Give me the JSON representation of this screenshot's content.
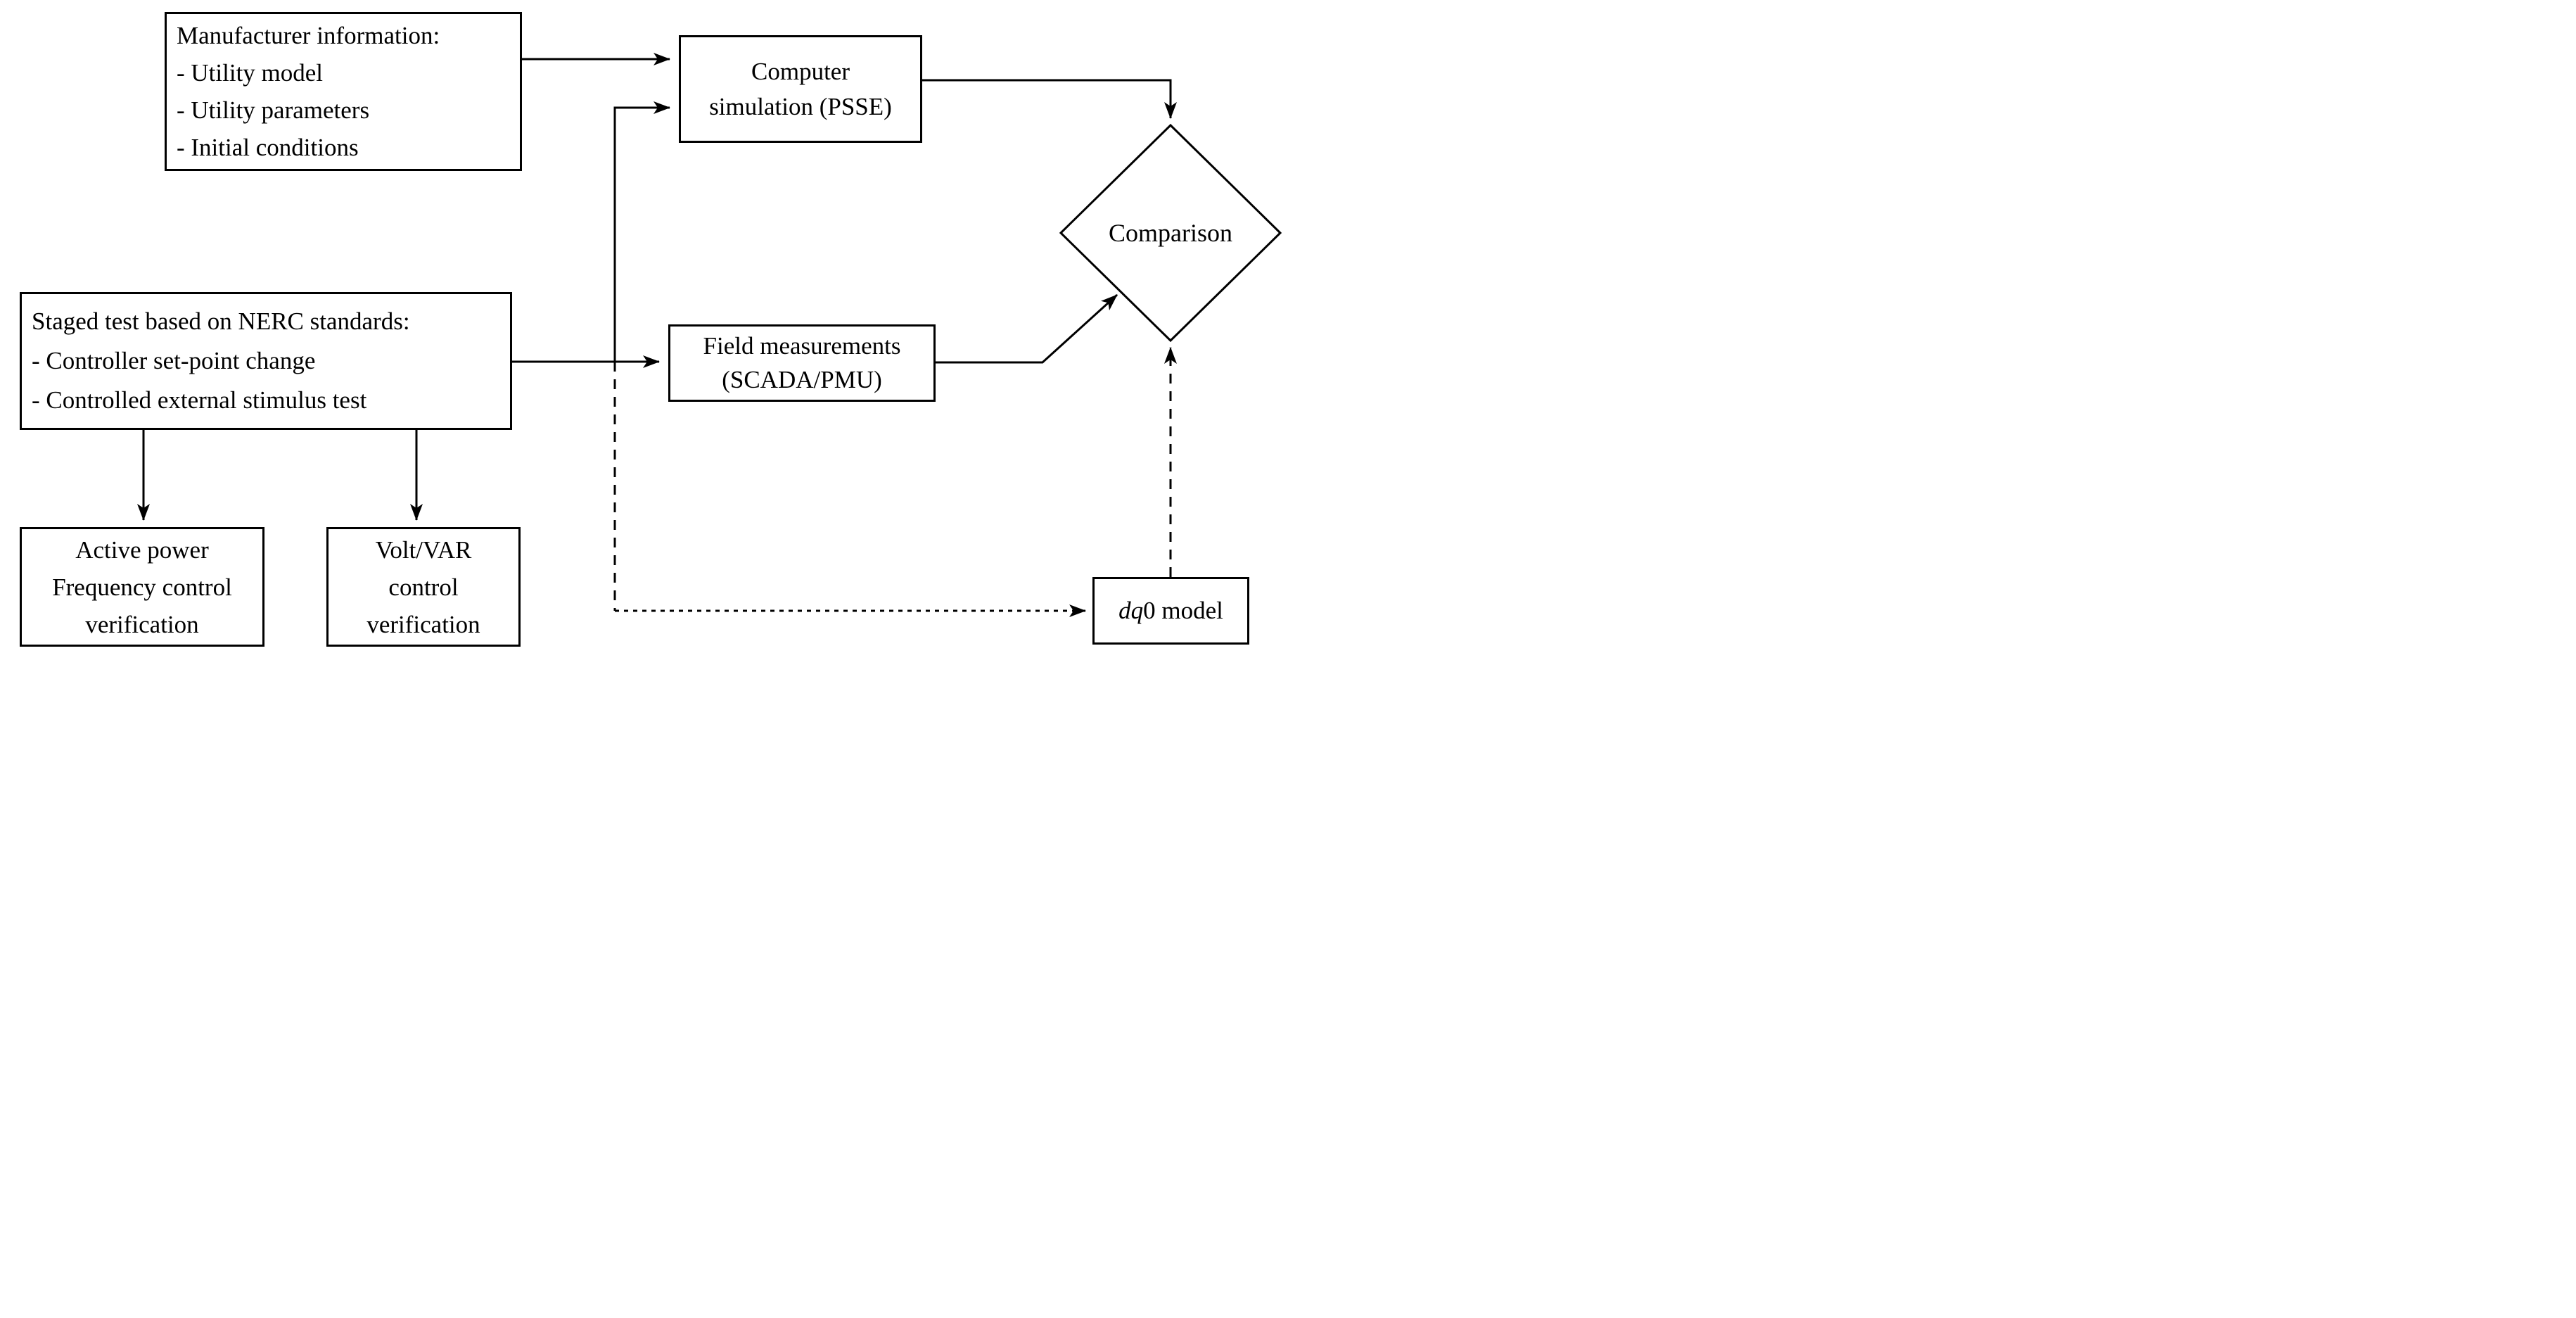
{
  "diagram": {
    "colors": {
      "line": "#000000",
      "background": "#ffffff"
    },
    "boxes": {
      "manufacturer": {
        "lines": [
          "Manufacturer information:",
          "- Utility model",
          "- Utility parameters",
          "- Initial conditions"
        ]
      },
      "computer_simulation": {
        "lines": [
          "Computer",
          "simulation (PSSE)"
        ]
      },
      "staged_test": {
        "lines": [
          "Staged test based on NERC standards:",
          "- Controller set-point change",
          "- Controlled external stimulus test"
        ]
      },
      "field_measurements": {
        "lines": [
          "Field measurements",
          "(SCADA/PMU)"
        ]
      },
      "active_power": {
        "lines": [
          "Active power",
          "Frequency control",
          "verification"
        ]
      },
      "volt_var": {
        "lines": [
          "Volt/VAR",
          "control",
          "verification"
        ]
      },
      "dq0_model": {
        "italic": "dq",
        "rest": "0 model"
      }
    },
    "decision": {
      "label": "Comparison"
    }
  }
}
